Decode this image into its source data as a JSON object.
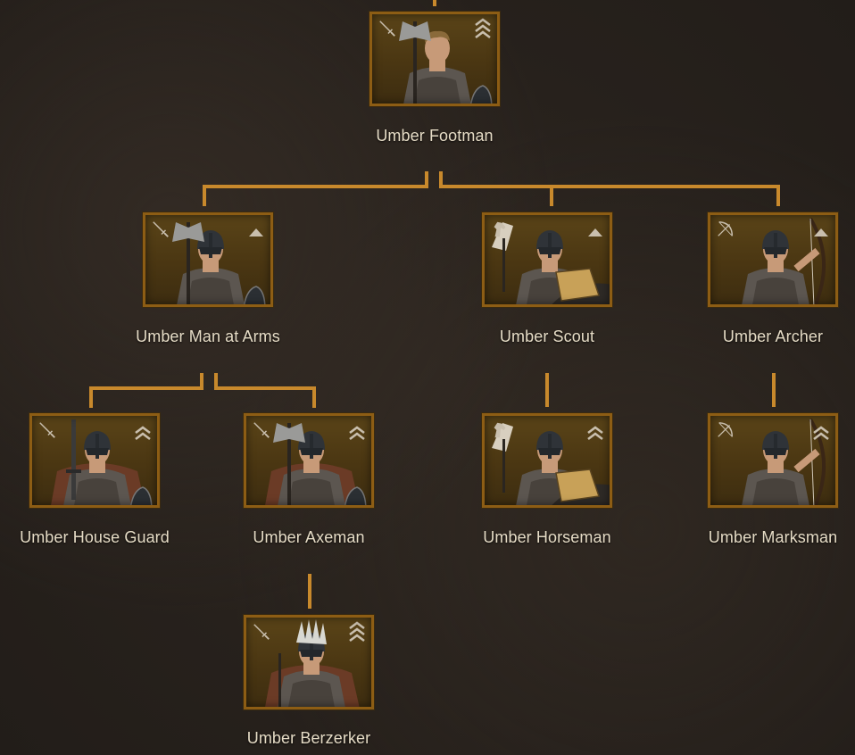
{
  "colors": {
    "background": "#2a241f",
    "connector": "#c8892c",
    "frame_border": "#8d5d14",
    "frame_fill": "#4a3612",
    "name_text": "#e6dcc6",
    "icon_tint": "#c9bfae"
  },
  "units": [
    {
      "id": "footman",
      "name": "Umber Footman",
      "class_icon": "sword-icon",
      "tier_icon": "tier-chevrons-3-icon",
      "portrait": "axe-bearer"
    },
    {
      "id": "man_at_arms",
      "name": "Umber Man at Arms",
      "class_icon": "sword-icon",
      "tier_icon": "tier-chevrons-1-icon",
      "portrait": "helmeted-axeman"
    },
    {
      "id": "scout",
      "name": "Umber Scout",
      "class_icon": "cavalry-icon",
      "tier_icon": "tier-chevrons-1-icon",
      "portrait": "rider"
    },
    {
      "id": "archer",
      "name": "Umber Archer",
      "class_icon": "bow-icon",
      "tier_icon": "tier-chevrons-1-icon",
      "portrait": "bowman"
    },
    {
      "id": "house_guard",
      "name": "Umber House Guard",
      "class_icon": "sword-icon",
      "tier_icon": "tier-chevrons-2-icon",
      "portrait": "cloaked-swordsman"
    },
    {
      "id": "axeman",
      "name": "Umber Axeman",
      "class_icon": "sword-icon",
      "tier_icon": "tier-chevrons-2-icon",
      "portrait": "cloaked-axeman"
    },
    {
      "id": "horseman",
      "name": "Umber Horseman",
      "class_icon": "cavalry-icon",
      "tier_icon": "tier-chevrons-2-icon",
      "portrait": "rider"
    },
    {
      "id": "marksman",
      "name": "Umber Marksman",
      "class_icon": "bow-icon",
      "tier_icon": "tier-chevrons-2-icon",
      "portrait": "bowman"
    },
    {
      "id": "berzerker",
      "name": "Umber Berzerker",
      "class_icon": "sword-icon",
      "tier_icon": "tier-chevrons-3-icon",
      "portrait": "berzerker"
    }
  ]
}
